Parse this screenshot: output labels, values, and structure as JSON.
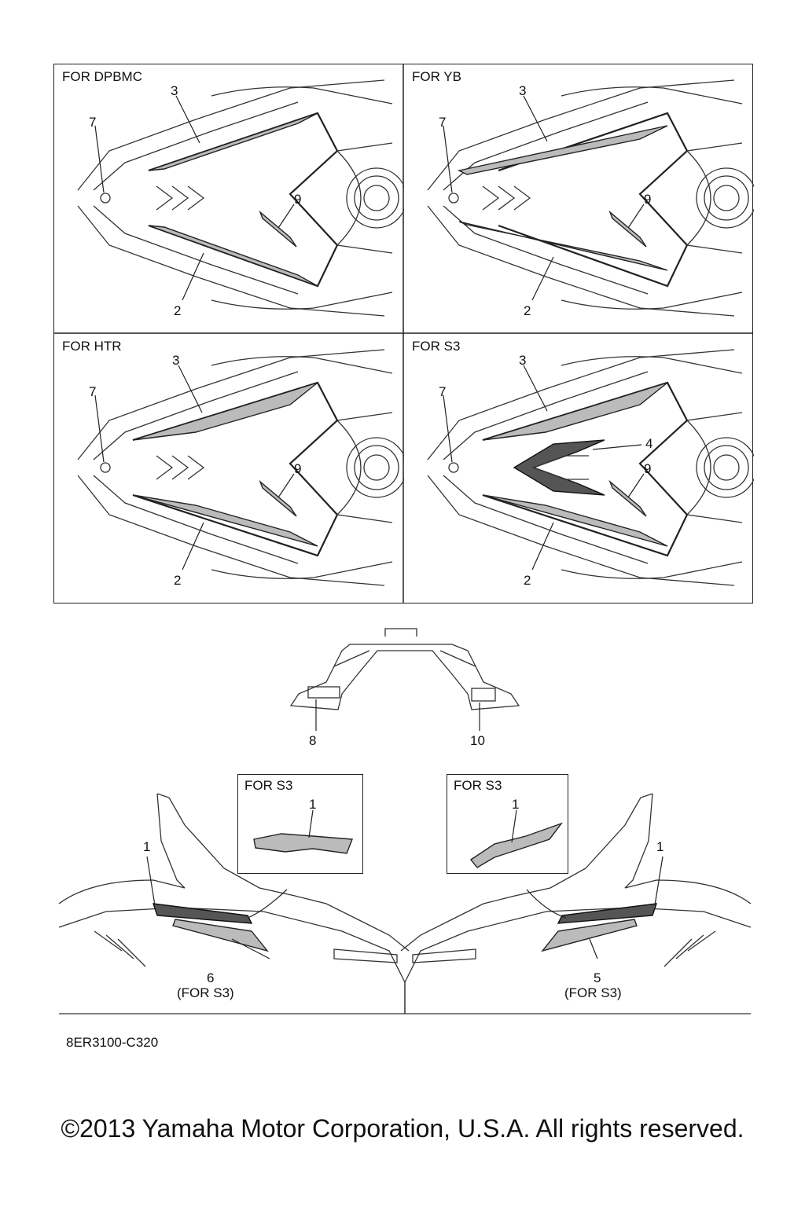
{
  "panels": [
    {
      "label": "FOR DPBMC",
      "callouts": {
        "top": "3",
        "left": "7",
        "right": "9",
        "bottom": "2"
      }
    },
    {
      "label": "FOR YB",
      "callouts": {
        "top": "3",
        "left": "7",
        "right": "9",
        "bottom": "2"
      }
    },
    {
      "label": "FOR HTR",
      "callouts": {
        "top": "3",
        "left": "7",
        "right": "9",
        "bottom": "2"
      }
    },
    {
      "label": "FOR S3",
      "callouts": {
        "top": "3",
        "left": "7",
        "right": "9",
        "bottom": "2",
        "extra": "4"
      }
    }
  ],
  "middle_part": {
    "left_callout": "8",
    "right_callout": "10"
  },
  "side_views": {
    "left": {
      "inset_label": "FOR S3",
      "inset_callout": "1",
      "callout_upper": "1",
      "callout_lower": "6",
      "note": "(FOR S3)"
    },
    "right": {
      "inset_label": "FOR S3",
      "inset_callout": "1",
      "callout_upper": "1",
      "callout_lower": "5",
      "note": "(FOR S3)"
    }
  },
  "figure_code": "8ER3100-C320",
  "copyright": "©2013 Yamaha Motor Corporation, U.S.A. All rights reserved."
}
